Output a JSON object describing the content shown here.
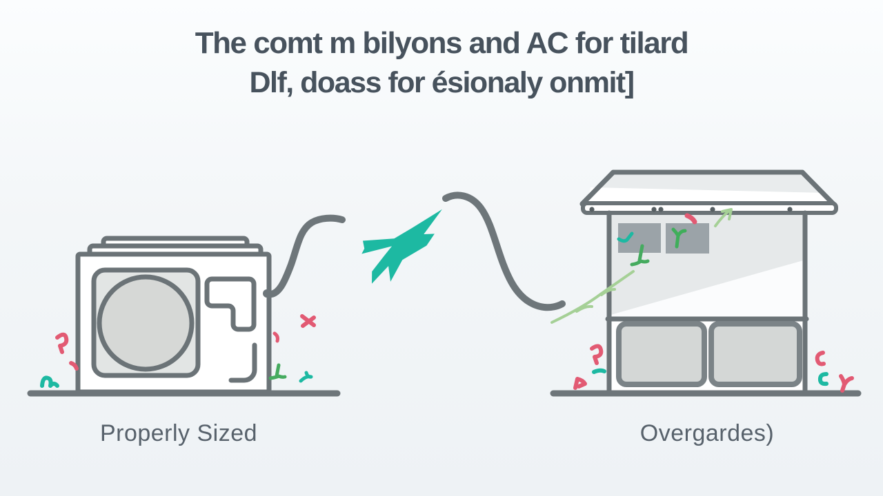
{
  "title": {
    "line1": "The comt m bilyons and AC for tilard",
    "line2": "Dlf, doass for ésionaly onmit]"
  },
  "panels": {
    "left": {
      "label": "Properly Sized"
    },
    "right": {
      "label": "Overgardes)"
    }
  },
  "icons": {
    "ac-outdoor-unit-illustration": "outlined AC condenser box with round fan",
    "airplane-icon": "teal jet silhouette flying up-right between the two squiggly lines",
    "cable-squiggle-left": "gray S-curve line from AC unit toward center",
    "cable-squiggle-right": "gray S-curve line from center down to building",
    "building-illustration": "outlined flat-roof house with two windows and two lower panels",
    "ground-line": "thick gray baseline under each illustration",
    "confetti-marks": "small pink, teal and green hand-drawn squiggles"
  },
  "colors": {
    "background": "#f2f5f7",
    "outline": "#6b7377",
    "cable": "#6e767a",
    "title_text": "#47525d",
    "label_text": "#57616b",
    "teal": "#1db9a2",
    "pink": "#e25a73",
    "green": "#45ab5f",
    "light_green": "#a5d096",
    "panel_gray": "#e2e5e4",
    "fan_gray": "#d6d8d6",
    "roof_gray": "#e9eced",
    "wall_gray": "#e6e9ea",
    "window_gray": "#9ba3a8",
    "door_gray": "#d4d7d6",
    "door_stroke": "#7b8387",
    "dot_gray": "#565e62"
  }
}
